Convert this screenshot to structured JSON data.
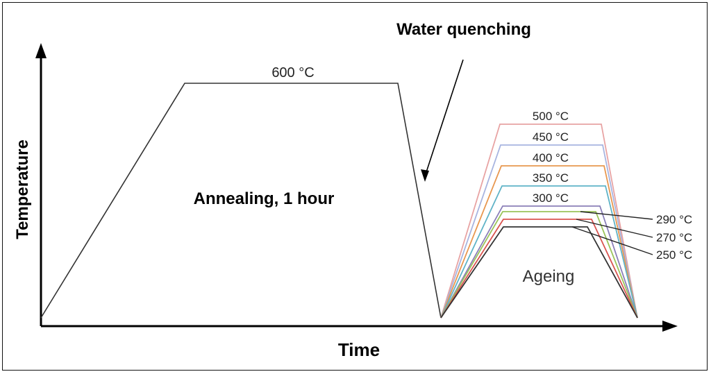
{
  "axes": {
    "y_label": "Temperature",
    "x_label": "Time"
  },
  "annealing": {
    "label": "Annealing, 1 hour",
    "temperature_label": "600 °C"
  },
  "quenching": {
    "label": "Water quenching"
  },
  "ageing": {
    "label": "Ageing",
    "curves": [
      {
        "label": "500 °C",
        "color": "#e8a3a3",
        "label_side": "top"
      },
      {
        "label": "450 °C",
        "color": "#a7b4e0",
        "label_side": "top"
      },
      {
        "label": "400 °C",
        "color": "#e8974f",
        "label_side": "top"
      },
      {
        "label": "350 °C",
        "color": "#5fb3c7",
        "label_side": "top"
      },
      {
        "label": "300 °C",
        "color": "#8a7fb8",
        "label_side": "top"
      },
      {
        "label": "290 °C",
        "color": "#9bc45a",
        "label_side": "right"
      },
      {
        "label": "270 °C",
        "color": "#d9534f",
        "label_side": "right"
      },
      {
        "label": "250 °C",
        "color": "#333333",
        "label_side": "right"
      }
    ]
  }
}
